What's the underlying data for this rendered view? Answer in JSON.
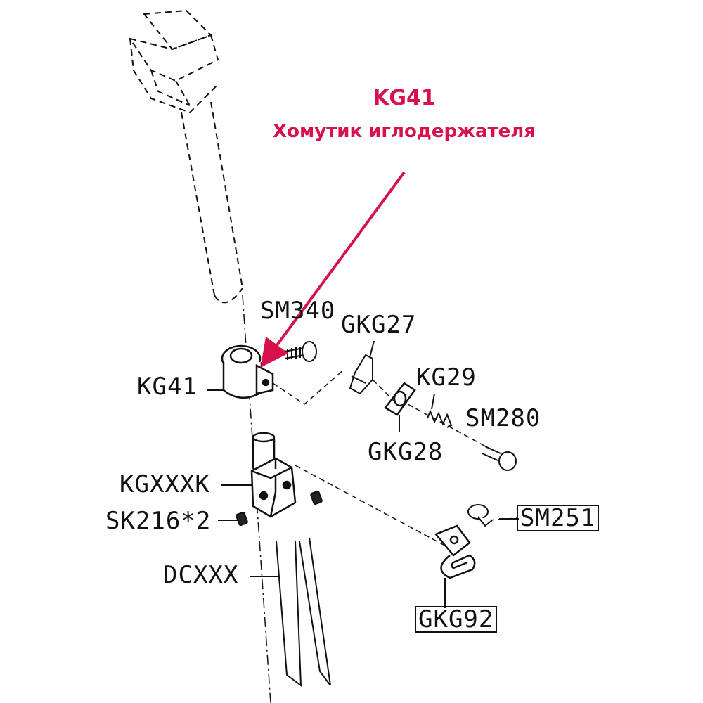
{
  "annotation": {
    "code": "KG41",
    "description": "Хомутик иглодержателя",
    "color": "#d6114b"
  },
  "labels": {
    "sm340": "SM340",
    "gkg27": "GKG27",
    "kg41": "KG41",
    "kg29": "KG29",
    "sm280": "SM280",
    "gkg28": "GKG28",
    "kgxxxk": "KGXXXK",
    "sk216": "SK216*2",
    "sm251": "SM251",
    "dcxxx": "DCXXX",
    "gkg92": "GKG92"
  }
}
